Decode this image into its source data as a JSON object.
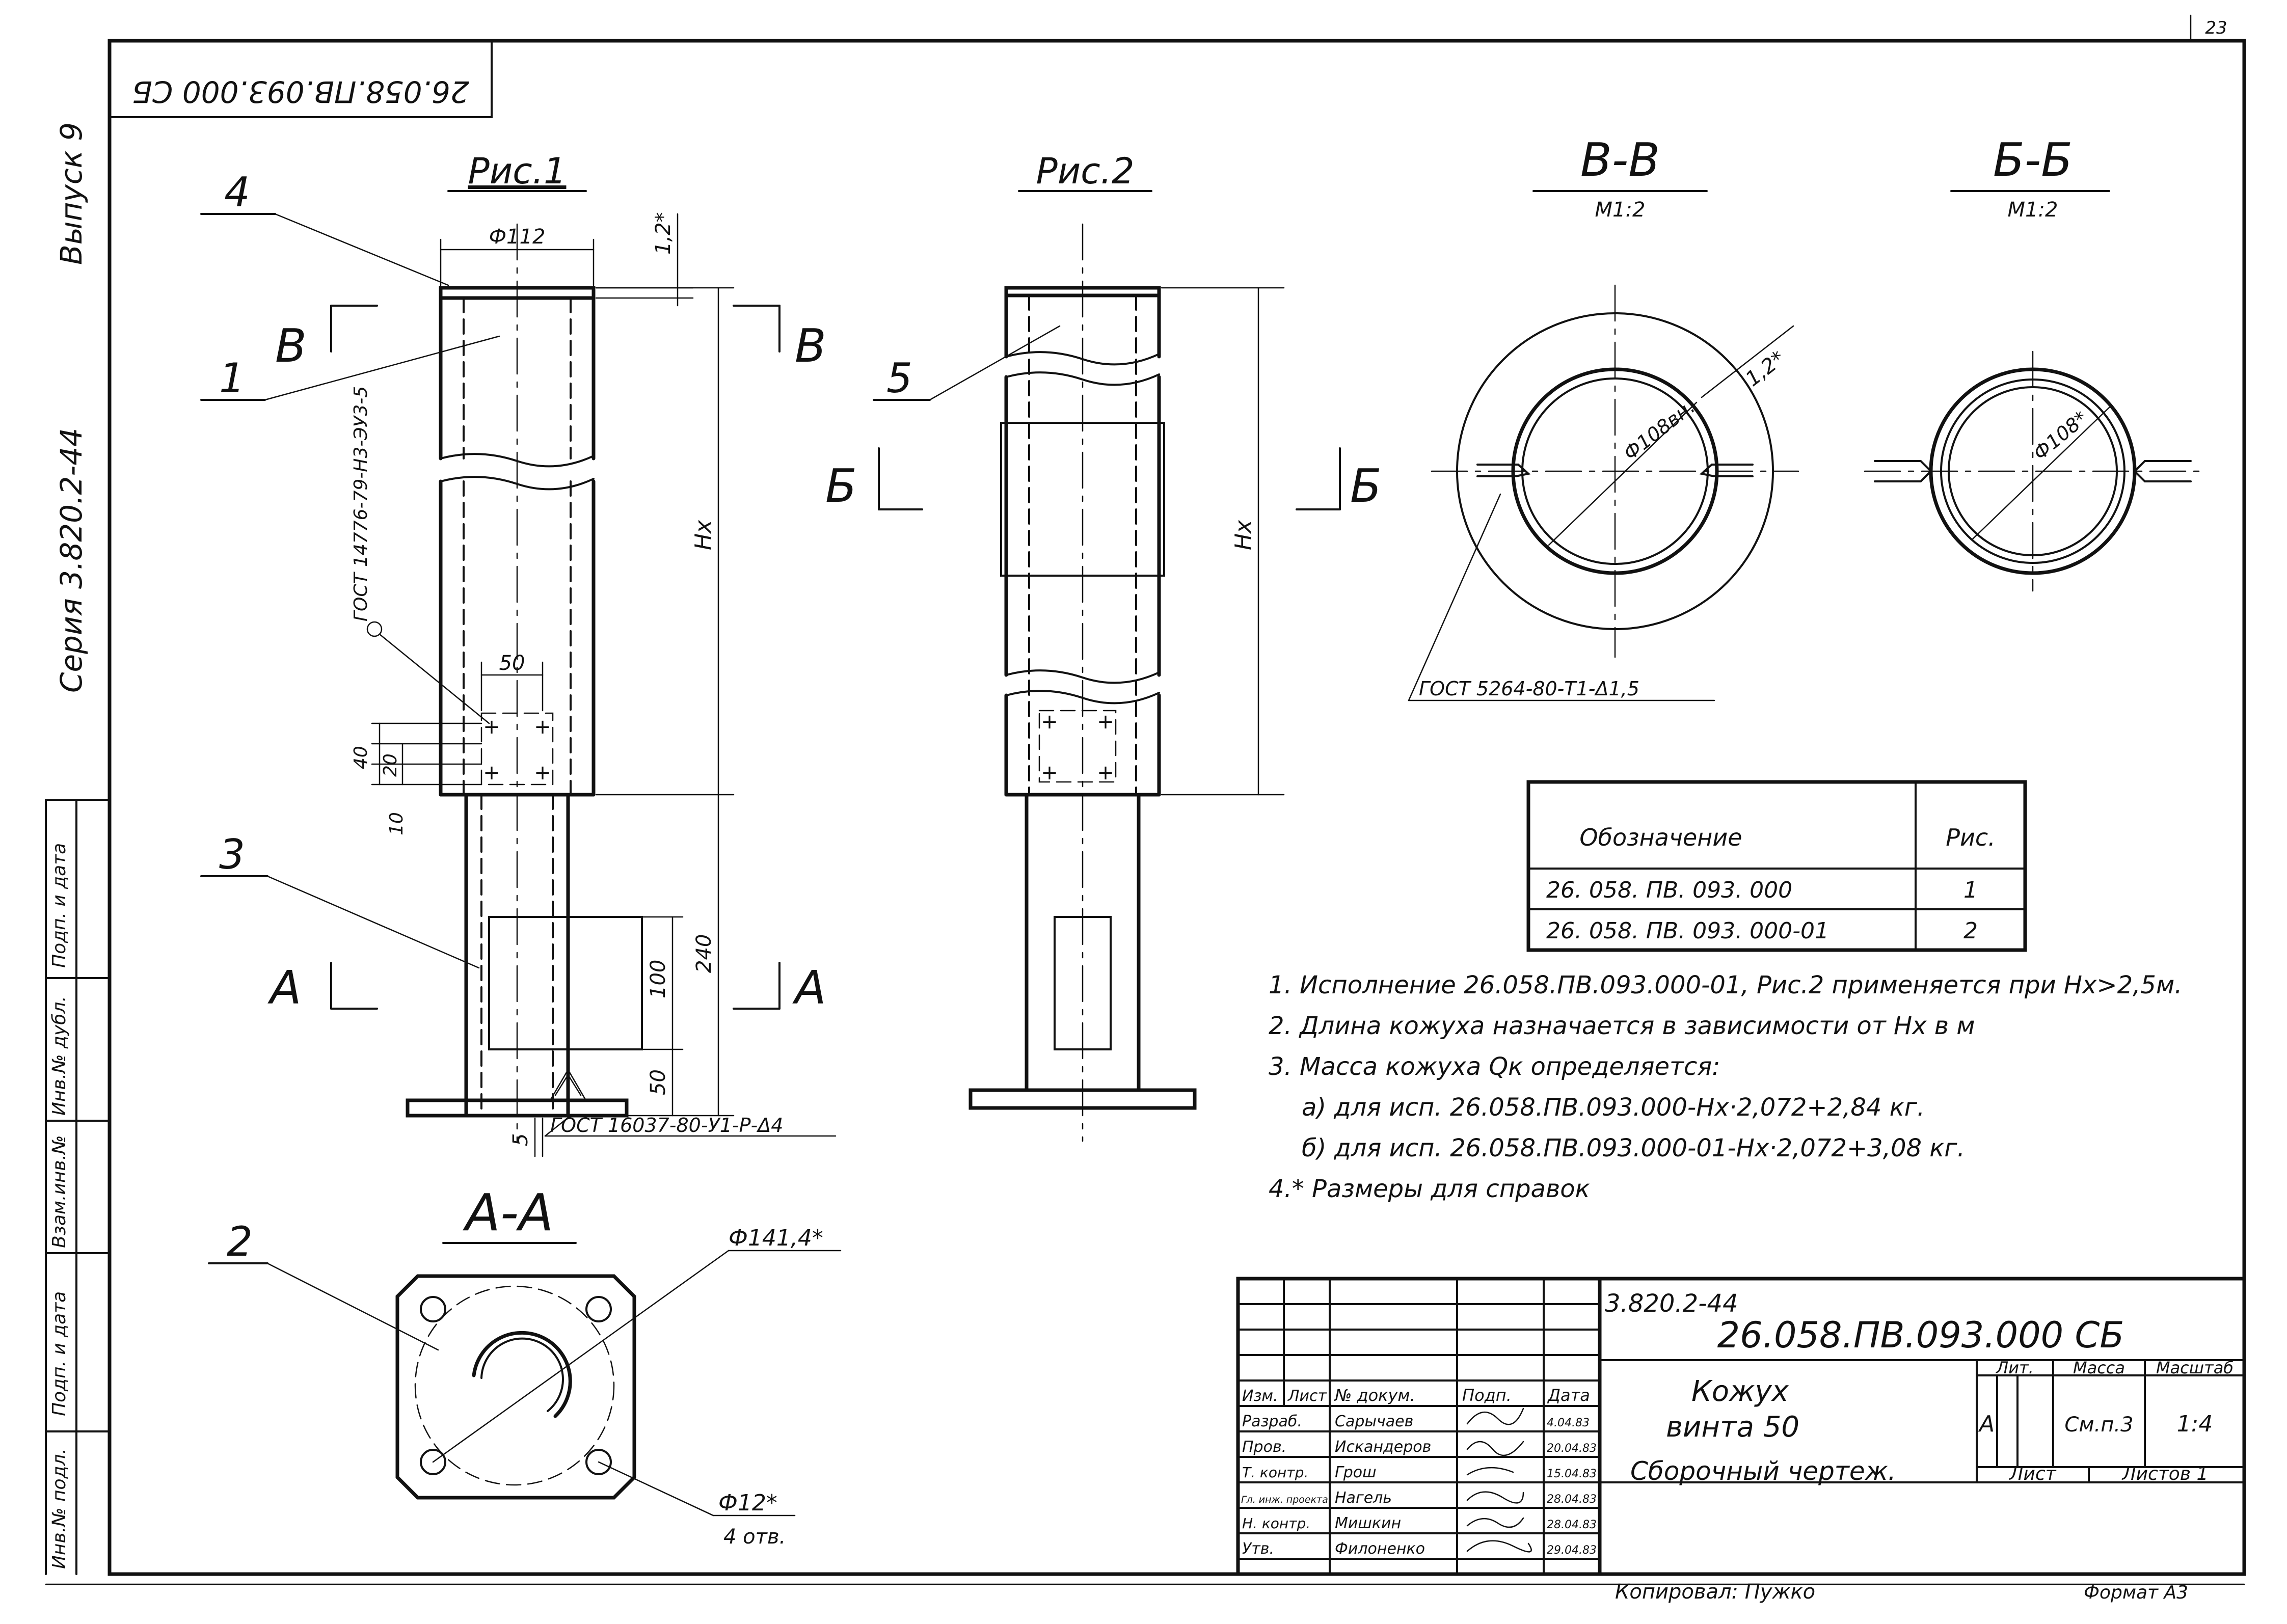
{
  "sheet_number": "23",
  "stamp_code_mirrored": "26.058.ПВ.093.000 СБ",
  "side_margin": {
    "issue": "Выпуск 9",
    "series": "Серия 3.820.2-44",
    "cells": [
      "Подп. и дата",
      "Инв.№ дубл.",
      "Взам.инв.№",
      "Подп. и дата",
      "Инв.№ подл."
    ]
  },
  "figures": {
    "fig1_title": "Рис.1",
    "fig2_title": "Рис.2",
    "sec_vv_title": "В-В",
    "sec_vv_scale": "М1:2",
    "sec_bb_title": "Б-Б",
    "sec_bb_scale": "М1:2",
    "sec_aa_title": "А-А"
  },
  "labels": {
    "pos1": "1",
    "pos2": "2",
    "pos3": "3",
    "pos4": "4",
    "pos5": "5",
    "cut_v": "В",
    "cut_b": "Б",
    "cut_a": "А"
  },
  "dimensions": {
    "d112": "Ф112",
    "t12": "1,2*",
    "hx": "Hx",
    "d50": "50",
    "d40": "40",
    "d20": "20",
    "d10": "10",
    "d240": "240",
    "d100": "100",
    "d50b": "50",
    "d5": "5",
    "d108": "Ф108вн.",
    "d108b": "Ф108*",
    "t12b": "1,2*",
    "d1414": "Ф141,4*",
    "d12": "Ф12*",
    "holes": "4 отв."
  },
  "weld_notes": {
    "gost14776": "ГОСТ 14776-79-Н3-ЭУ3-5",
    "gost16037": "ГОСТ 16037-80-У1-Р-Δ4",
    "gost5264": "ГОСТ 5264-80-Т1-Δ1,5"
  },
  "variants_table": {
    "headers": [
      "Обозначение",
      "Рис."
    ],
    "rows": [
      [
        "26. 058. ПВ. 093. 000",
        "1"
      ],
      [
        "26. 058. ПВ. 093. 000-01",
        "2"
      ]
    ]
  },
  "notes": [
    "1. Исполнение 26.058.ПВ.093.000-01, Рис.2 применяется при Hх>2,5м.",
    "2. Длина кожуха назначается в зависимости от Hх в м",
    "3. Масса кожуха Qк определяется:",
    "а) для исп. 26.058.ПВ.093.000-Hх·2,072+2,84 кг.",
    "б) для исп. 26.058.ПВ.093.000-01-Hх·2,072+3,08 кг.",
    "4.* Размеры для справок"
  ],
  "title_block": {
    "series": "3.820.2-44",
    "code": "26.058.ПВ.093.000 СБ",
    "name_line1": "Кожух",
    "name_line2": "винта 50",
    "doc_type": "Сборочный чертеж.",
    "col_headers": [
      "Изм.",
      "Лист",
      "№ докум.",
      "Подп.",
      "Дата"
    ],
    "roles": [
      {
        "role": "Разраб.",
        "name": "Сарычаев",
        "date": "4.04.83"
      },
      {
        "role": "Пров.",
        "name": "Искандеров",
        "date": "20.04.83"
      },
      {
        "role": "Т. контр.",
        "name": "Грош",
        "date": "15.04.83"
      },
      {
        "role": "Гл. инж. проекта",
        "name": "Нагель",
        "date": "28.04.83"
      },
      {
        "role": "Н. контр.",
        "name": "Мишкин",
        "date": "28.04.83"
      },
      {
        "role": "Утв.",
        "name": "Филоненко",
        "date": "29.04.83"
      }
    ],
    "lit_label": "Лит.",
    "mass_label": "Масса",
    "scale_label": "Масштаб",
    "lit_value": "А",
    "mass_value": "См.п.3",
    "scale_value": "1:4",
    "sheet_label": "Лист",
    "sheets_label": "Листов 1",
    "copied": "Копировал: Пужко",
    "format": "Формат А3"
  }
}
